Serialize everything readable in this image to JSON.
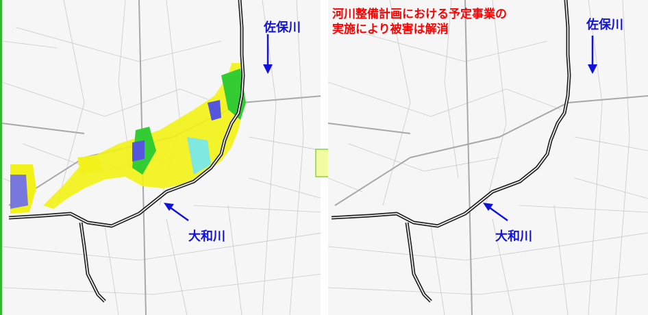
{
  "left_panel": {
    "river_label_north": "佐保川",
    "river_label_south": "大和川"
  },
  "right_panel": {
    "message": [
      "河川整備計画における予定事業の",
      "実施により被害は解消"
    ],
    "river_label_north": "佐保川",
    "river_label_south": "大和川"
  },
  "colors": {
    "label_blue": "#1111dd",
    "message_red": "#ff0000",
    "flood_yellow": "#f2f21a",
    "flood_green": "#33cc33",
    "flood_cyan": "#7fe8e0",
    "flood_blue": "#5555dd",
    "river": "#222222",
    "transition_arrow": "#f3fba0"
  },
  "icons": [
    "down-arrow-icon",
    "diagonal-arrow-icon",
    "transition-arrow-icon"
  ]
}
